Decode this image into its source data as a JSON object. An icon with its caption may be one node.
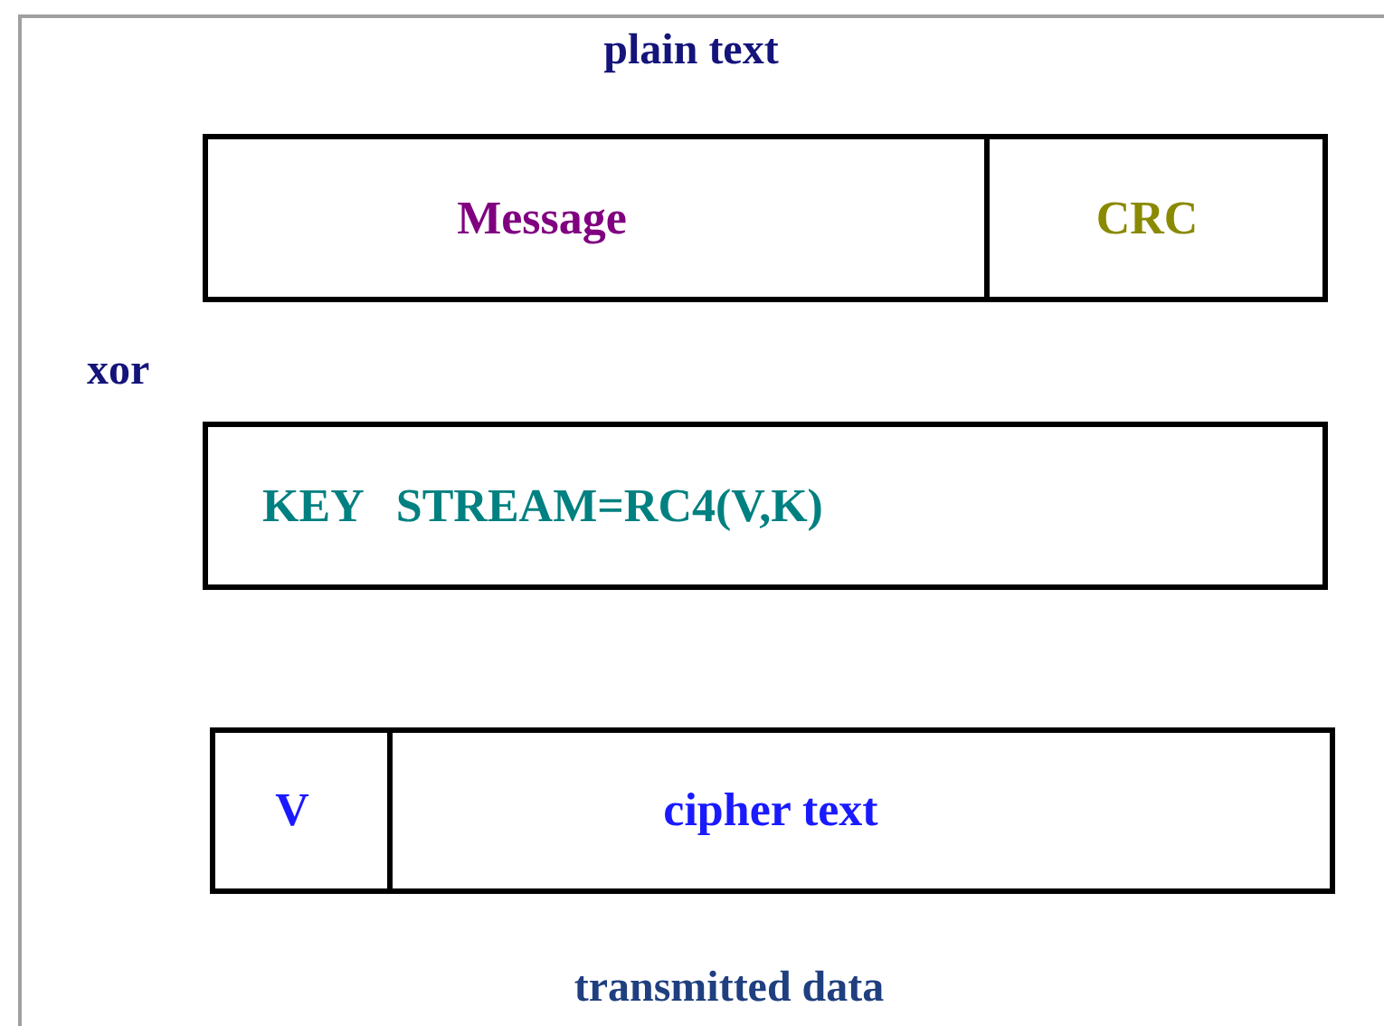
{
  "diagram": {
    "nodes": [
      {
        "text": [
          "Message"
        ]
      },
      {
        "text": [
          "CRC"
        ]
      },
      {
        "text": [
          "KEY STREAM=RC4(V,K)"
        ]
      },
      {
        "text": [
          "V"
        ]
      },
      {
        "text": [
          "cipher text"
        ]
      }
    ],
    "labels": [
      "plain text",
      "xor",
      "transmitted data"
    ]
  }
}
